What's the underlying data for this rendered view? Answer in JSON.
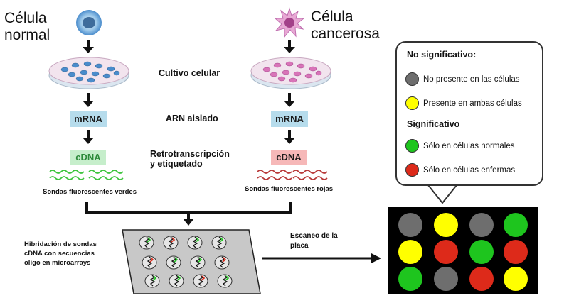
{
  "normal_cell": {
    "title_line1": "Célula",
    "title_line2": "normal"
  },
  "cancer_cell": {
    "title_line1": "Célula",
    "title_line2": "cancerosa"
  },
  "steps": {
    "culture": "Cultivo celular",
    "rna": "ARN aislado",
    "rt_line1": "Retrotranscripción",
    "rt_line2": "y etiquetado"
  },
  "boxes": {
    "mrna": "mRNA",
    "cdna": "cDNA"
  },
  "probes": {
    "green": "Sondas fluorescentes verdes",
    "red": "Sondas fluorescentes rojas"
  },
  "hybridization": {
    "line1": "Hibridación de sondas",
    "line2": "cDNA con secuencias",
    "line3": "oligo en microarrays"
  },
  "scan": {
    "line1": "Escaneo de la",
    "line2": "placa"
  },
  "legend": {
    "not_significant": "No significativo:",
    "not_present": "No presente en las células",
    "present_both": "Presente en ambas células",
    "significant": "Significativo",
    "normal_only": "Sólo en células normales",
    "diseased_only": "Sólo en células enfermas"
  },
  "colors": {
    "grey": "#6e6e6e",
    "yellow": "#ffff00",
    "green": "#1ec51e",
    "red": "#dd2a1a"
  },
  "microarray_spots": [
    [
      "grey",
      "yellow",
      "grey",
      "green"
    ],
    [
      "yellow",
      "red",
      "green",
      "red"
    ],
    [
      "green",
      "grey",
      "red",
      "yellow"
    ]
  ]
}
